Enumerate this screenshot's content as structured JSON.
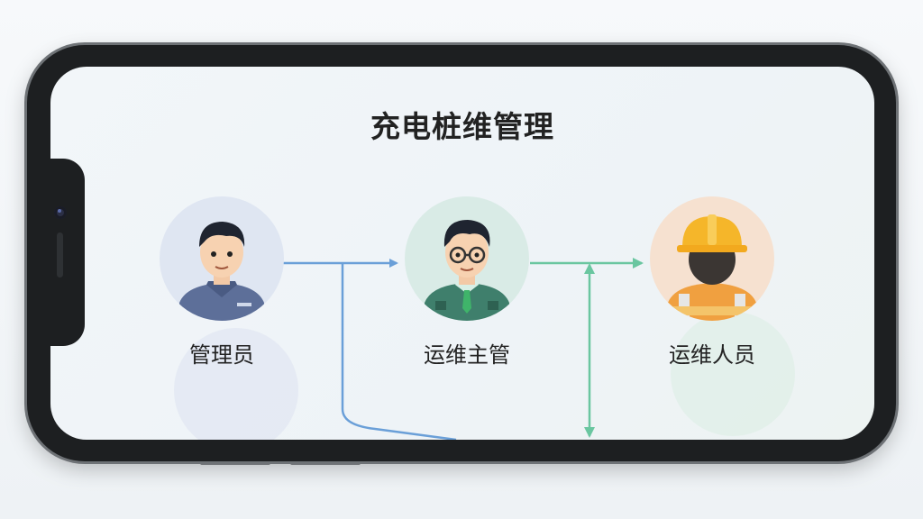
{
  "title": "充电桩维管理",
  "roles": [
    {
      "label": "管理员",
      "avatar": "admin-avatar-icon",
      "bg": "#dfe6f2"
    },
    {
      "label": "运维主管",
      "avatar": "supervisor-avatar-icon",
      "bg": "#d9ebe6"
    },
    {
      "label": "运维人员",
      "avatar": "worker-avatar-icon",
      "bg": "#f6e1d0"
    }
  ],
  "colors": {
    "flow_blue": "#6a9fd8",
    "flow_green": "#6ac6a0"
  }
}
